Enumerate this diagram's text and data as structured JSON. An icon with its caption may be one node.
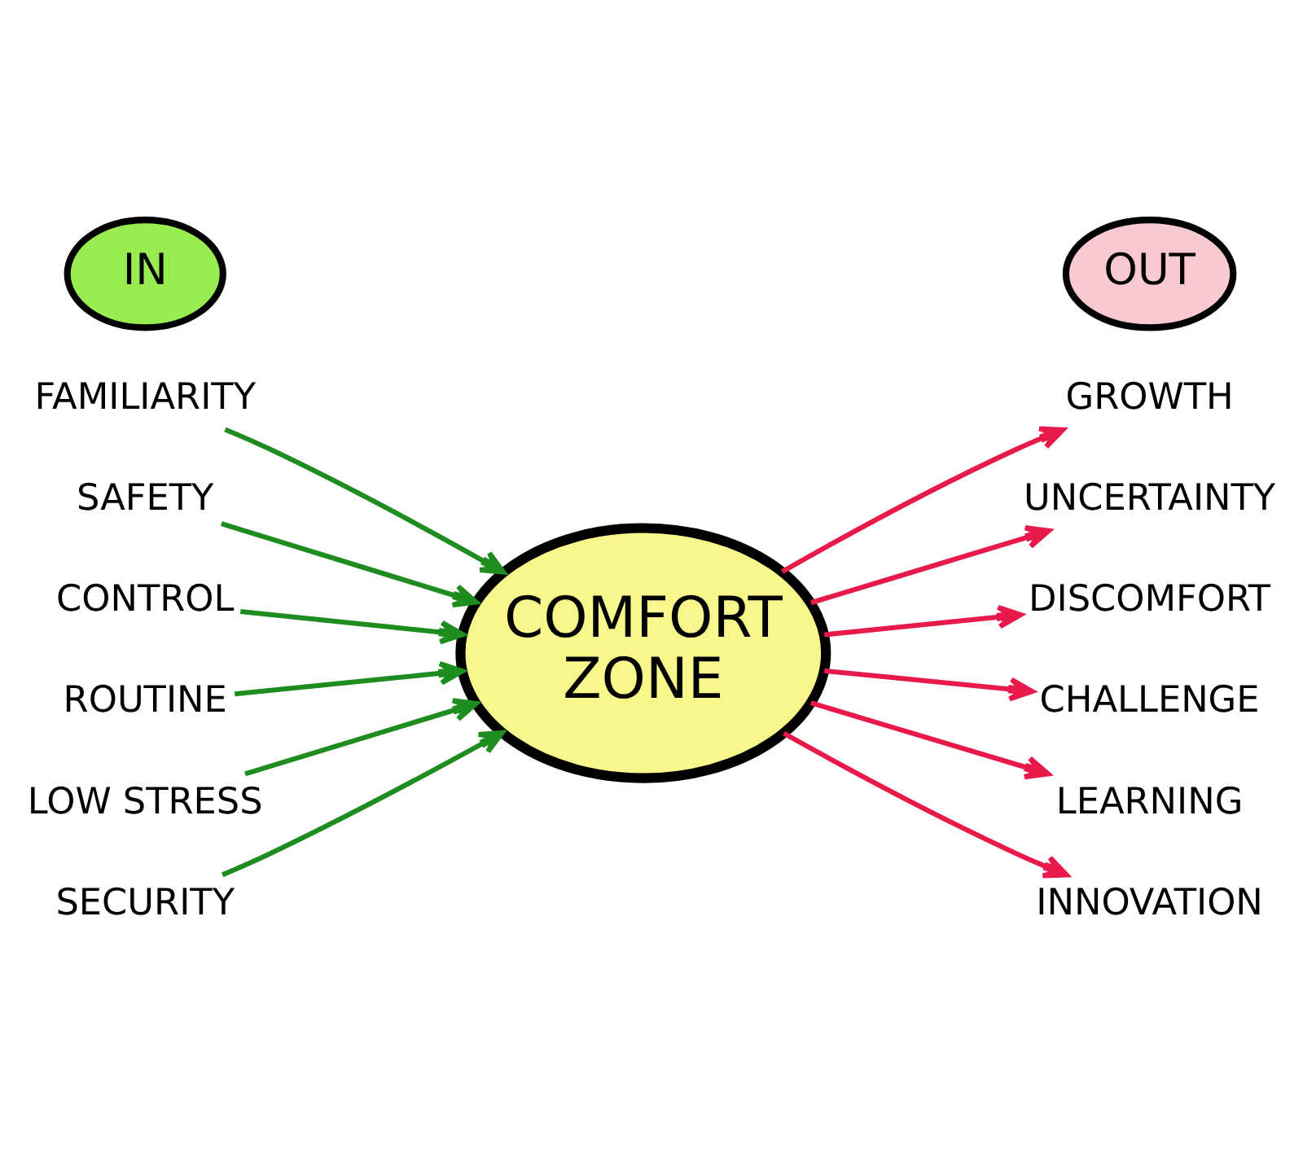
{
  "diagram": {
    "nodes": [
      {
        "text": [
          "IN"
        ]
      },
      {
        "text": [
          "OUT"
        ]
      },
      {
        "text": [
          "COMFORT ZONE"
        ]
      },
      {
        "text": [
          "FAMILIARITY"
        ]
      },
      {
        "text": [
          "SAFETY"
        ]
      },
      {
        "text": [
          "CONTROL"
        ]
      },
      {
        "text": [
          "ROUTINE"
        ]
      },
      {
        "text": [
          "LOW STRESS"
        ]
      },
      {
        "text": [
          "SECURITY"
        ]
      },
      {
        "text": [
          "GROWTH"
        ]
      },
      {
        "text": [
          "UNCERTAINTY"
        ]
      },
      {
        "text": [
          "DISCOMFORT"
        ]
      },
      {
        "text": [
          "CHALLENGE"
        ]
      },
      {
        "text": [
          "LEARNING"
        ]
      },
      {
        "text": [
          "INNOVATION"
        ]
      }
    ],
    "edges": [
      {
        "from": 3,
        "to": 2,
        "arrow": "to",
        "color": "#1e8c1e"
      },
      {
        "from": 4,
        "to": 2,
        "arrow": "to",
        "color": "#1e8c1e"
      },
      {
        "from": 5,
        "to": 2,
        "arrow": "to",
        "color": "#1e8c1e"
      },
      {
        "from": 6,
        "to": 2,
        "arrow": "to",
        "color": "#1e8c1e"
      },
      {
        "from": 7,
        "to": 2,
        "arrow": "to",
        "color": "#1e8c1e"
      },
      {
        "from": 8,
        "to": 2,
        "arrow": "to",
        "color": "#1e8c1e"
      },
      {
        "from": 2,
        "to": 9,
        "arrow": "to",
        "color": "#e8194b"
      },
      {
        "from": 2,
        "to": 10,
        "arrow": "to",
        "color": "#e8194b"
      },
      {
        "from": 2,
        "to": 11,
        "arrow": "to",
        "color": "#e8194b"
      },
      {
        "from": 2,
        "to": 12,
        "arrow": "to",
        "color": "#e8194b"
      },
      {
        "from": 2,
        "to": 13,
        "arrow": "to",
        "color": "#e8194b"
      },
      {
        "from": 2,
        "to": 14,
        "arrow": "to",
        "color": "#e8194b"
      }
    ]
  }
}
